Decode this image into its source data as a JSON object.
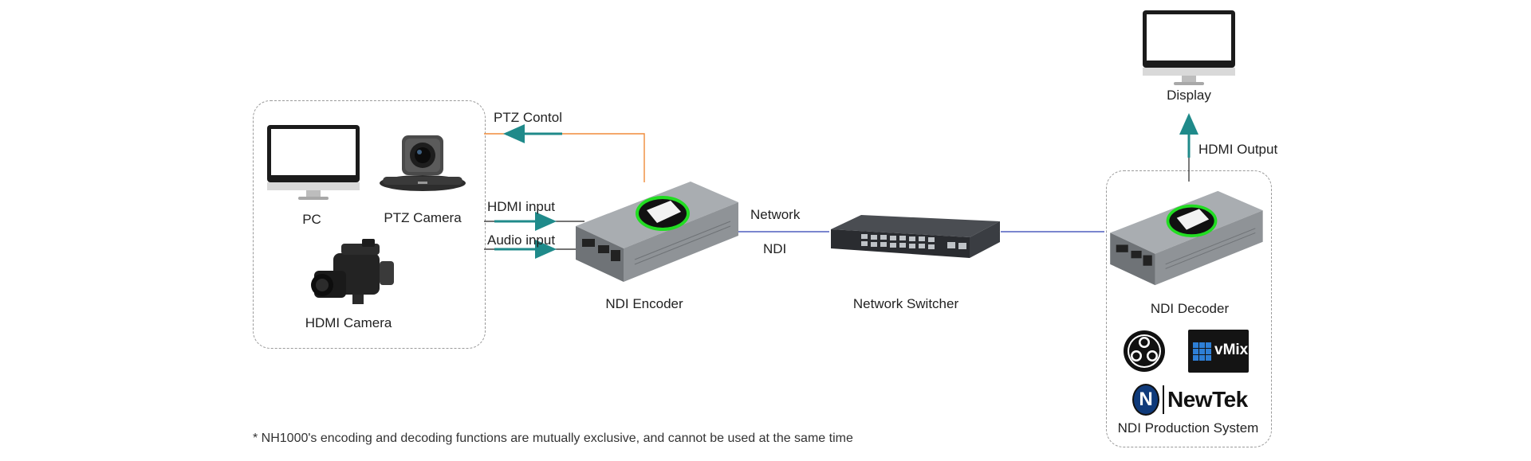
{
  "colors": {
    "ptz_line": "#f08c3a",
    "arrow": "#1f8a8a",
    "network_line": "#2b3fb0",
    "screen_ring": "#22dd22",
    "device_body": "#8f9397"
  },
  "sources": {
    "pc_label": "PC",
    "ptz_camera_label": "PTZ Camera",
    "hdmi_camera_label": "HDMI Camera"
  },
  "links": {
    "ptz_control": "PTZ Contol",
    "hdmi_input": "HDMI input",
    "audio_input": "Audio input",
    "network": "Network",
    "ndi": "NDI",
    "hdmi_output": "HDMI Output"
  },
  "devices": {
    "encoder_label": "NDI Encoder",
    "switcher_label": "Network Switcher",
    "decoder_label": "NDI Decoder",
    "display_label": "Display"
  },
  "production": {
    "label": "NDI Production System",
    "vmix_label": "vMix",
    "newtek_label": "NewTek",
    "newtek_mark": "N"
  },
  "footnote": "* NH1000's encoding and decoding functions are mutually exclusive, and cannot be used at the same time"
}
